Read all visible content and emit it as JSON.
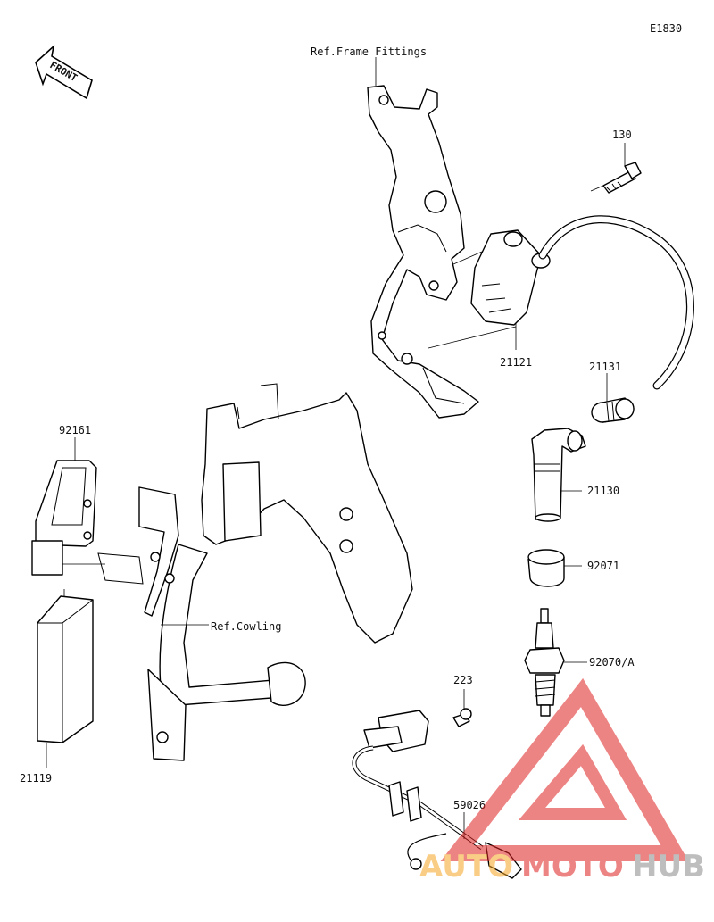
{
  "diagram_code": "E1830",
  "front_label": "FRONT",
  "references": {
    "frame_fittings": "Ref.Frame Fittings",
    "cowling": "Ref.Cowling"
  },
  "part_numbers": {
    "bolt": "130",
    "ignition_coil": "21121",
    "cap_holder": "21131",
    "plug_cap": "21130",
    "seal": "92071",
    "spark_plug": "92070/A",
    "ecu_holder": "92161",
    "ecu": "21119",
    "screw": "223",
    "harness": "59026"
  },
  "watermark": {
    "left": "AUTO",
    "middle": "MOTO",
    "right": "HUB",
    "color_orange": "#f5a623",
    "color_red": "#e02020",
    "color_gray": "#8a8a8a"
  }
}
